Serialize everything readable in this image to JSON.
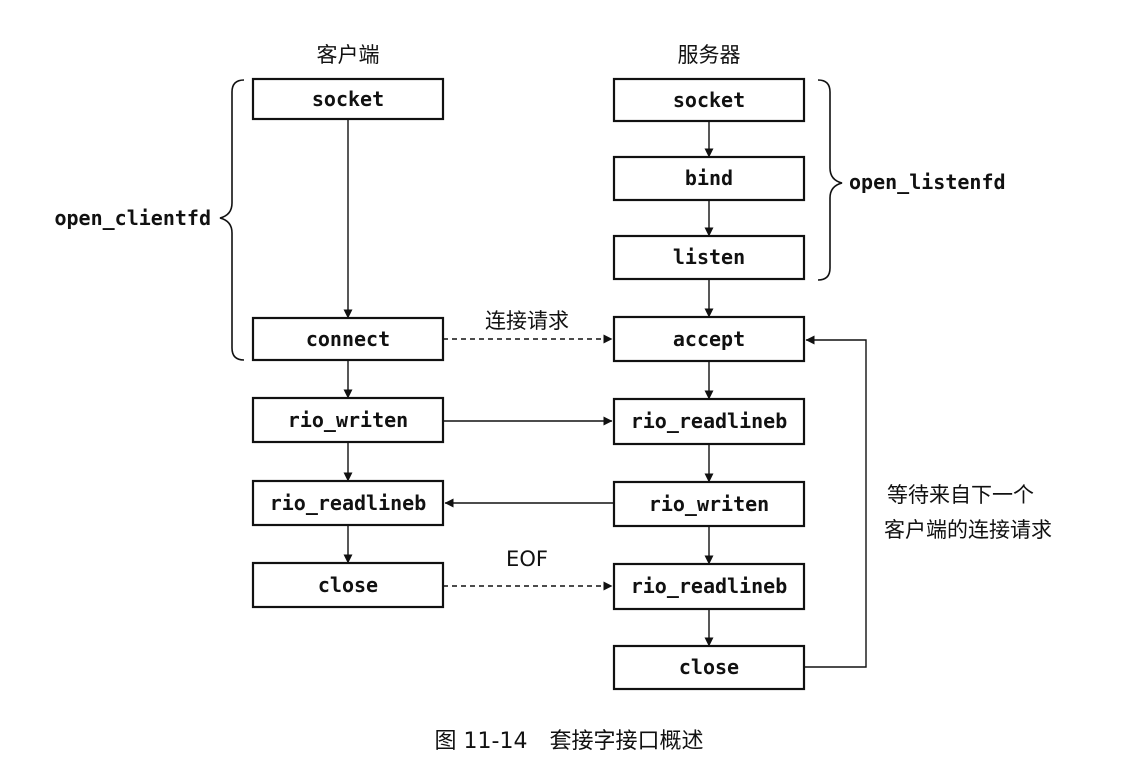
{
  "columns": {
    "client": "客户端",
    "server": "服务器"
  },
  "client_steps": [
    "socket",
    "connect",
    "rio_writen",
    "rio_readlineb",
    "close"
  ],
  "server_steps": [
    "socket",
    "bind",
    "listen",
    "accept",
    "rio_readlineb",
    "rio_writen",
    "rio_readlineb",
    "close"
  ],
  "brace_labels": {
    "client": "open_clientfd",
    "server": "open_listenfd"
  },
  "edge_labels": {
    "connect_request": "连接请求",
    "eof": "EOF",
    "loop_line1": "等待来自下一个",
    "loop_line2": "客户端的连接请求"
  },
  "caption": "图 11-14　套接字接口概述"
}
